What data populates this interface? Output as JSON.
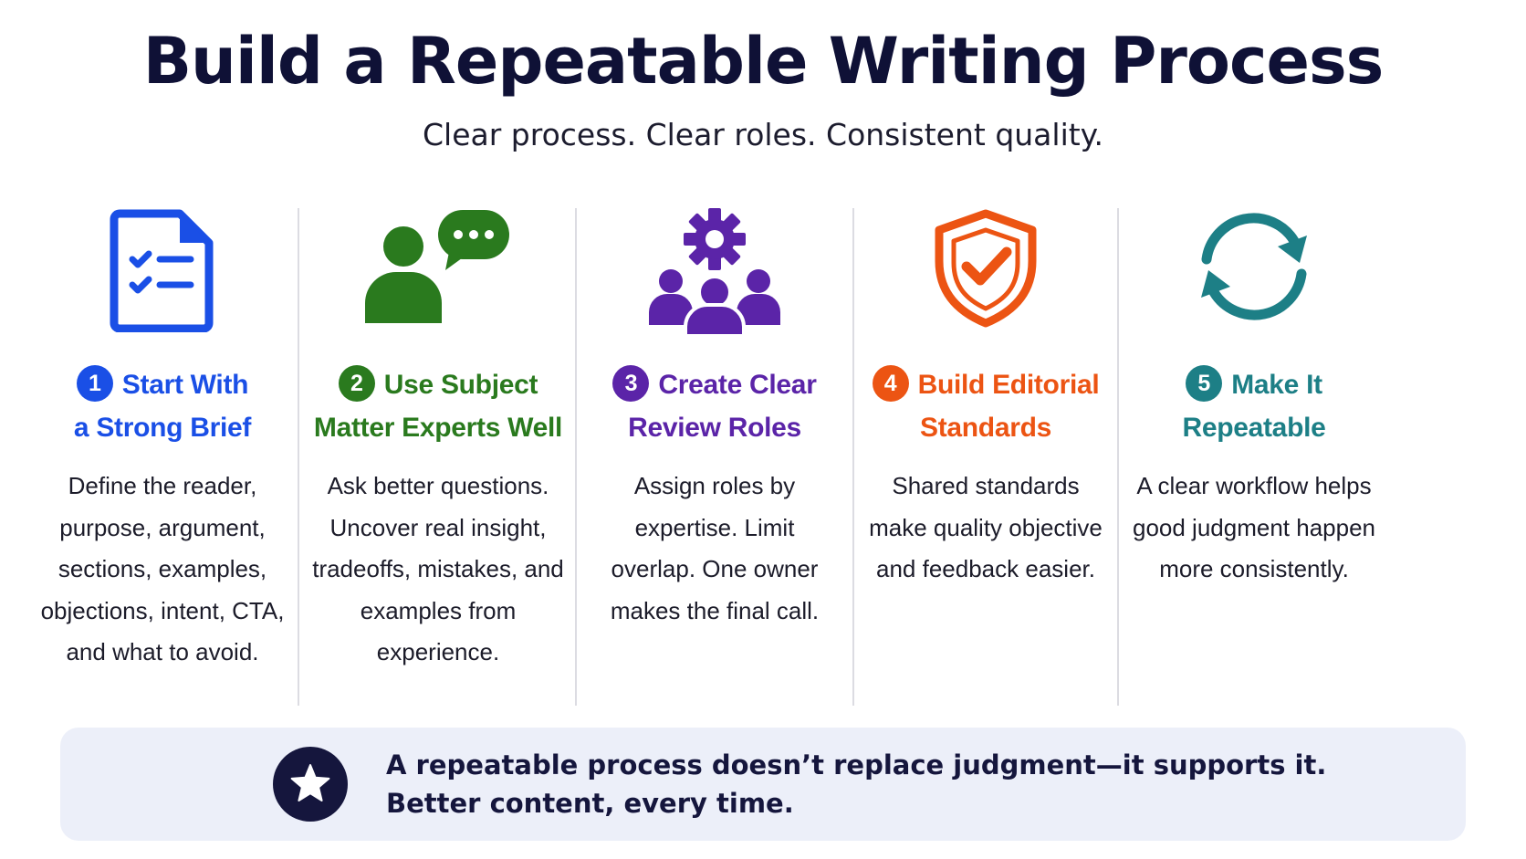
{
  "title": "Build a Repeatable Writing Process",
  "subtitle": "Clear process. Clear roles. Consistent quality.",
  "steps": [
    {
      "number": "1",
      "title_line1": "Start With",
      "title_line2": "a Strong Brief",
      "description": "Define the reader, purpose, argument, sections, examples, objections, intent, CTA, and what to avoid.",
      "color": "#1a4fe6",
      "icon": "document-checklist-icon"
    },
    {
      "number": "2",
      "title_line1": "Use Subject",
      "title_line2": "Matter Experts Well",
      "description": "Ask better questions. Uncover real insight, tradeoffs, mistakes, and examples from experience.",
      "color": "#2a7a1e",
      "icon": "expert-chat-icon"
    },
    {
      "number": "3",
      "title_line1": "Create Clear",
      "title_line2": "Review Roles",
      "description": "Assign roles by expertise. Limit overlap. One owner makes the final call.",
      "color": "#5b24a8",
      "icon": "team-gear-icon"
    },
    {
      "number": "4",
      "title_line1": "Build Editorial",
      "title_line2": "Standards",
      "description": "Shared standards make quality objective and feedback easier.",
      "color": "#ec5413",
      "icon": "shield-check-icon"
    },
    {
      "number": "5",
      "title_line1": "Make It",
      "title_line2": "Repeatable",
      "description": "A clear workflow helps good judgment happen more consistently.",
      "color": "#1d7f86",
      "icon": "refresh-cycle-icon"
    }
  ],
  "callout": {
    "line1": "A repeatable process doesn’t replace judgment—it supports it.",
    "line2": "Better content, every time.",
    "icon": "star-icon"
  }
}
